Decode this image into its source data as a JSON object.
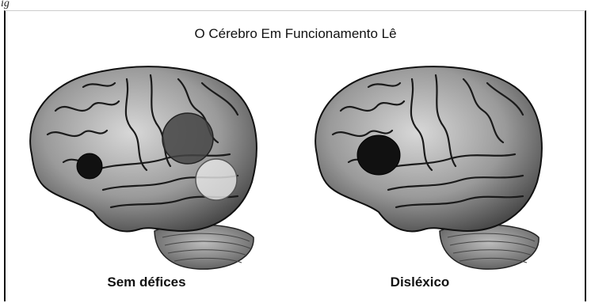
{
  "figure_label": "ig",
  "title": "O Cérebro Em Funcionamento Lê",
  "brains": [
    {
      "caption": "Sem défices"
    },
    {
      "caption": "Disléxico"
    }
  ]
}
